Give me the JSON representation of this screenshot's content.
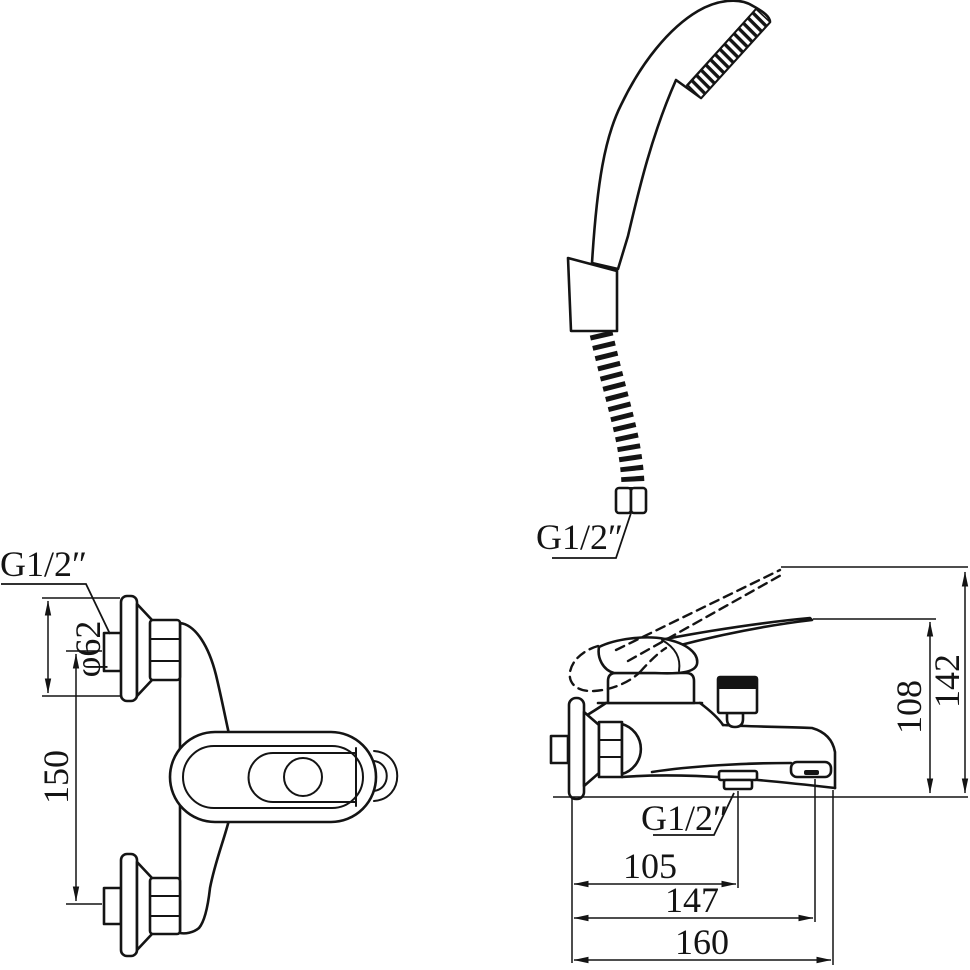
{
  "figure": {
    "type": "technical-drawing",
    "views": [
      "hand-shower-with-hose",
      "mixer-front-view",
      "mixer-side-view"
    ],
    "line_color": "#141414",
    "background": "#ffffff"
  },
  "labels": {
    "hose_thread": "G1/2″",
    "inlet_thread": "G1/2″",
    "outlet_thread": "G1/2″"
  },
  "dimensions": {
    "flange_diameter": "φ62",
    "inlet_spacing": "150",
    "height_overall": "142",
    "height_body": "108",
    "offset_hose_outlet": "105",
    "offset_spout_outlet": "147",
    "projection_total": "160"
  }
}
